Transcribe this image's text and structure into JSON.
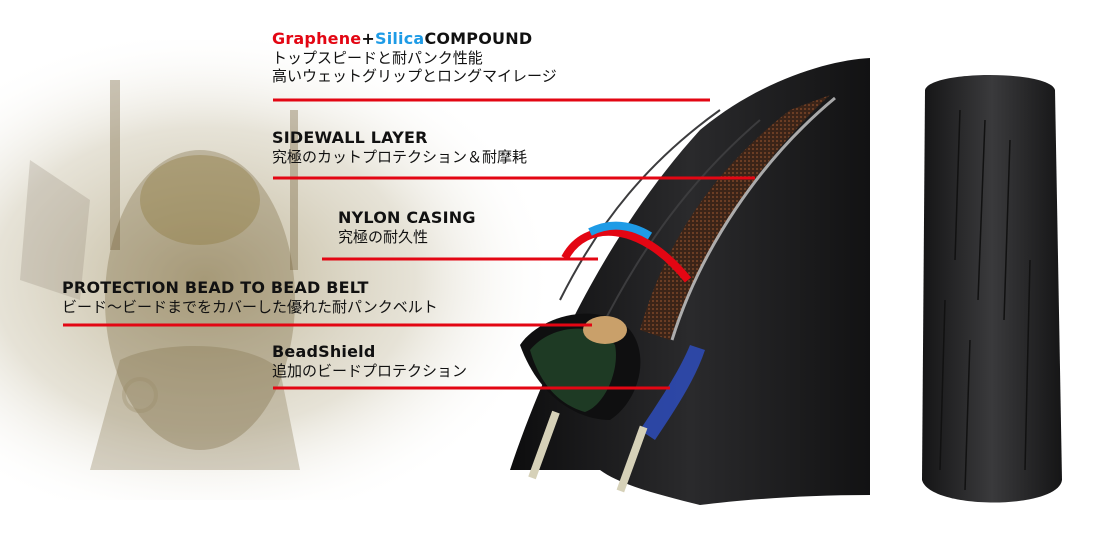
{
  "compound": {
    "title_part1": "Graphene",
    "title_plus": "+",
    "title_part2": "Silica",
    "title_part3": "COMPOUND",
    "desc_line1": "トップスピードと耐パンク性能",
    "desc_line2": "高いウェットグリップとロングマイレージ"
  },
  "sidewall": {
    "title": "SIDEWALL LAYER",
    "desc": "究極のカットプロテクション＆耐摩耗"
  },
  "casing": {
    "title": "NYLON CASING",
    "desc": "究極の耐久性"
  },
  "protection": {
    "title": "PROTECTION BEAD TO BEAD BELT",
    "desc": "ビード～ビードまでをカバーした優れた耐パンクベルト"
  },
  "beadshield": {
    "title": "BeadShield",
    "desc": "追加のビードプロテクション"
  },
  "colors": {
    "accent_red": "#e30613",
    "accent_blue": "#1e9be6",
    "tire_black": "#1c1c1e"
  }
}
